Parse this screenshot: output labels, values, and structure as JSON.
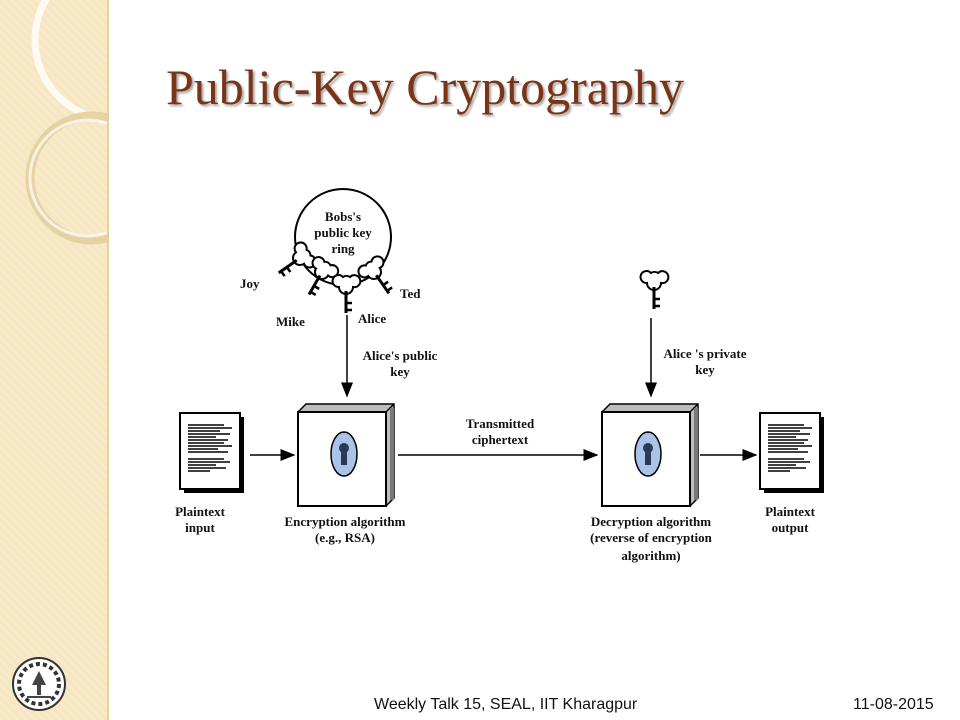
{
  "slide": {
    "title": "Public-Key Cryptography",
    "footer_text": "Weekly Talk 15, SEAL, IIT Kharagpur",
    "date": "11-08-2015"
  },
  "diagram": {
    "key_ring": [
      "Bobs's",
      "public key",
      "ring"
    ],
    "keys": {
      "joy": "Joy",
      "mike": "Mike",
      "alice": "Alice",
      "ted": "Ted"
    },
    "public_key_label": [
      "Alice's public",
      "key"
    ],
    "private_key_label": [
      "Alice 's private",
      "key"
    ],
    "transmitted_label": [
      "Transmitted",
      "ciphertext"
    ],
    "plaintext_input": [
      "Plaintext",
      "input"
    ],
    "plaintext_output": [
      "Plaintext",
      "output"
    ],
    "encryption_label": [
      "Encryption algorithm",
      "(e.g., RSA)"
    ],
    "decryption_label": [
      "Decryption algorithm",
      "(reverse of encryption",
      "algorithm)"
    ]
  },
  "colors": {
    "title": "#7a3516",
    "sidebar": "#f6e6c2",
    "keyhole": "#a9c4e8"
  }
}
